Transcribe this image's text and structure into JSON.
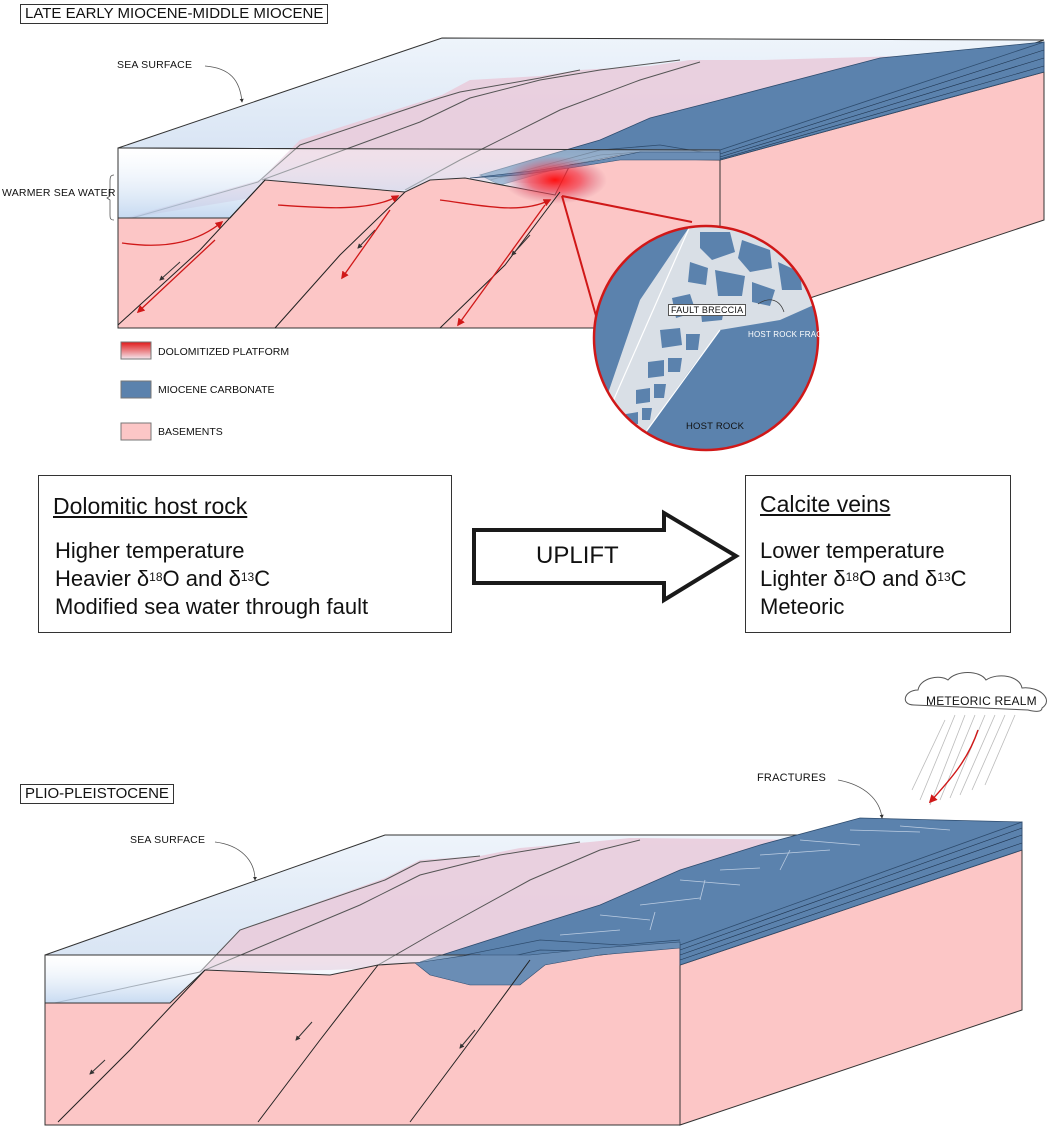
{
  "top_panel": {
    "title": "LATE EARLY MIOCENE-MIDDLE MIOCENE",
    "sea_surface_label": "SEA SURFACE",
    "warmer_water_label": "WARMER SEA WATER",
    "inset": {
      "fault_breccia": "FAULT BRECCIA",
      "host_rock_frag": "HOST ROCK  FRAG",
      "host_rock": "HOST ROCK"
    }
  },
  "legend": [
    {
      "label": "DOLOMITIZED PLATFORM",
      "color": "#e32020"
    },
    {
      "label": "MIOCENE CARBONATE",
      "color": "#5b82ad"
    },
    {
      "label": "BASEMENTS",
      "color": "#fcc6c6"
    }
  ],
  "left_box": {
    "heading": "Dolomitic host rock",
    "line1": "Higher temperature",
    "line2_a": "Heavier δ",
    "line2_sup1": "18",
    "line2_b": "O and δ",
    "line2_sup2": "13",
    "line2_c": "C",
    "line3": "Modified sea water through fault"
  },
  "arrow_label": "UPLIFT",
  "right_box": {
    "heading": "Calcite veins",
    "line1": "Lower temperature",
    "line2_a": "Lighter δ",
    "line2_sup1": "18",
    "line2_b": "O and δ",
    "line2_sup2": "13",
    "line2_c": "C",
    "line3": "Meteoric"
  },
  "bottom_panel": {
    "title": "PLIO-PLEISTOCENE",
    "sea_surface_label": "SEA SURFACE",
    "meteoric_label": "METEORIC REALM",
    "fractures_label": "FRACTURES"
  },
  "colors": {
    "basement": "#fcc6c6",
    "carbonate": "#5b82ad",
    "water": "#cfe0f4",
    "red": "#d01818"
  }
}
